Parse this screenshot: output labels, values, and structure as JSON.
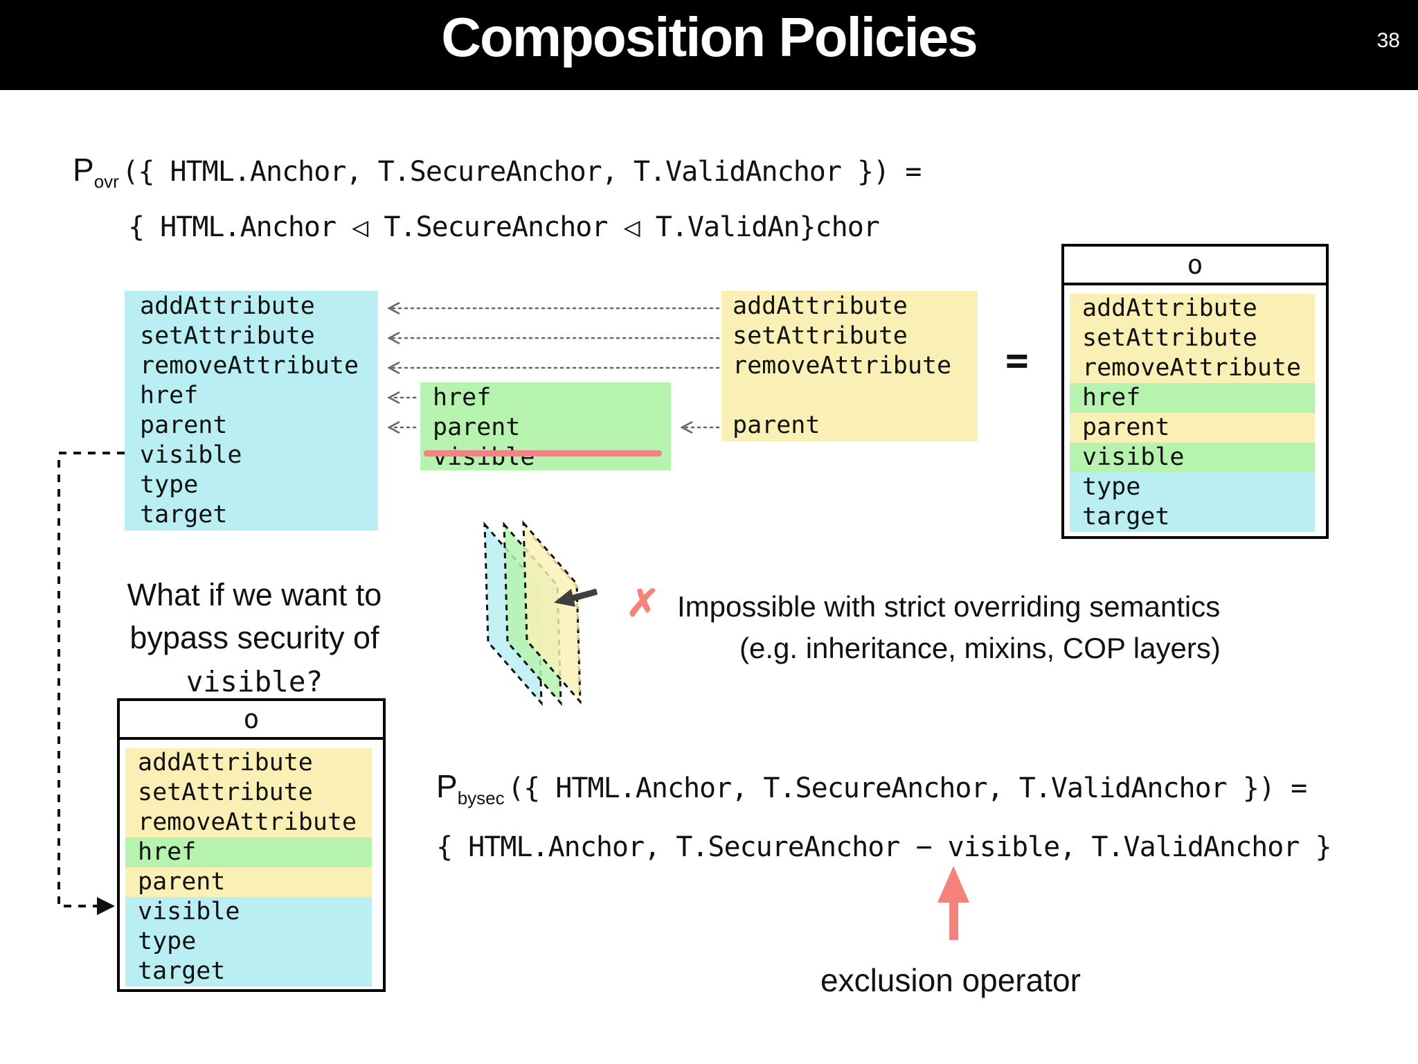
{
  "slide": {
    "title": "Composition Policies",
    "page_number": "38"
  },
  "formula_ovr": {
    "p": "P",
    "sub": "ovr",
    "args": "({ HTML.Anchor, T.SecureAnchor, T.ValidAnchor }) =",
    "result": "{ HTML.Anchor ◁ T.SecureAnchor ◁ T.ValidAn}chor"
  },
  "equals": "=",
  "boxes": {
    "html_anchor": {
      "rows": [
        {
          "label": "addAttribute",
          "color": null
        },
        {
          "label": "setAttribute",
          "color": null
        },
        {
          "label": "removeAttribute",
          "color": null
        },
        {
          "label": "href",
          "color": null
        },
        {
          "label": "parent",
          "color": null
        },
        {
          "label": "visible",
          "color": null
        },
        {
          "label": "type",
          "color": null
        },
        {
          "label": "target",
          "color": null
        }
      ]
    },
    "secure_anchor": {
      "rows": [
        {
          "label": "href",
          "color": null
        },
        {
          "label": "parent",
          "color": null
        },
        {
          "label": "visible",
          "color": null,
          "struck": true
        }
      ]
    },
    "valid_anchor": {
      "rows": [
        {
          "label": "addAttribute",
          "color": null
        },
        {
          "label": "setAttribute",
          "color": null
        },
        {
          "label": "removeAttribute",
          "color": null
        },
        {
          "label": "",
          "color": null
        },
        {
          "label": "parent",
          "color": null
        }
      ]
    },
    "result_ovr": {
      "header": "o",
      "rows": [
        {
          "label": "addAttribute",
          "color": "yellow"
        },
        {
          "label": "setAttribute",
          "color": "yellow"
        },
        {
          "label": "removeAttribute",
          "color": "yellow"
        },
        {
          "label": "href",
          "color": "green"
        },
        {
          "label": "parent",
          "color": "yellow"
        },
        {
          "label": "visible",
          "color": "green"
        },
        {
          "label": "type",
          "color": "cyan"
        },
        {
          "label": "target",
          "color": "cyan"
        }
      ]
    },
    "result_bysec": {
      "header": "o",
      "rows": [
        {
          "label": "addAttribute",
          "color": "yellow"
        },
        {
          "label": "setAttribute",
          "color": "yellow"
        },
        {
          "label": "removeAttribute",
          "color": "yellow"
        },
        {
          "label": "href",
          "color": "green"
        },
        {
          "label": "parent",
          "color": "yellow"
        },
        {
          "label": "visible",
          "color": "cyan"
        },
        {
          "label": "type",
          "color": "cyan"
        },
        {
          "label": "target",
          "color": "cyan"
        }
      ]
    }
  },
  "question": {
    "line1": "What if we want to",
    "line2": "bypass security of",
    "line3": "visible?"
  },
  "impossible": {
    "mark": "✗",
    "line1": "Impossible with strict overriding semantics",
    "line2": "(e.g. inheritance, mixins, COP layers)"
  },
  "formula_bysec": {
    "p": "P",
    "sub": "bysec",
    "args": "({ HTML.Anchor, T.SecureAnchor, T.ValidAnchor }) =",
    "result": "{ HTML.Anchor, T.SecureAnchor − visible, T.ValidAnchor }"
  },
  "exclusion_label": "exclusion operator",
  "colors": {
    "cyan": "#b9eff2",
    "green": "#b5f3af",
    "yellow": "#faf0b5",
    "salmon": "#f5837b",
    "strike": "#ee8585",
    "dotted_gray": "#666666",
    "dash_black": "#111111",
    "dark_arrow": "#3f3f3f"
  }
}
